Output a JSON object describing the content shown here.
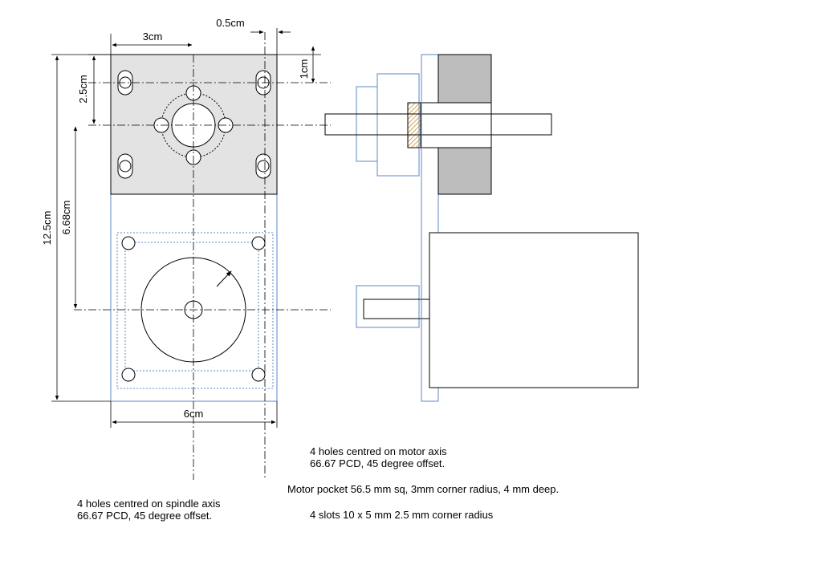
{
  "colors": {
    "outline_blue": "#5b87c5",
    "plate_fill": "#e3e3e3",
    "block_fill": "#bdbdbd",
    "line": "#000000",
    "hatch": "#c58a1f"
  },
  "dimensions": {
    "width_3cm": "3cm",
    "offset_0_5cm": "0.5cm",
    "slot_1cm": "1cm",
    "height_2_5cm": "2.5cm",
    "height_12_5cm": "12.5cm",
    "height_6_68cm": "6.68cm",
    "width_6cm": "6cm"
  },
  "notes": {
    "motor_holes": [
      "4 holes centred on motor axis",
      "66.67 PCD, 45 degree offset."
    ],
    "motor_pocket": "Motor pocket 56.5 mm sq, 3mm corner radius, 4 mm deep.",
    "slots": "4 slots  10 x 5 mm 2.5 mm corner radius",
    "spindle_holes": [
      "4 holes centred on spindle axis",
      "66.67 PCD, 45 degree offset."
    ]
  }
}
